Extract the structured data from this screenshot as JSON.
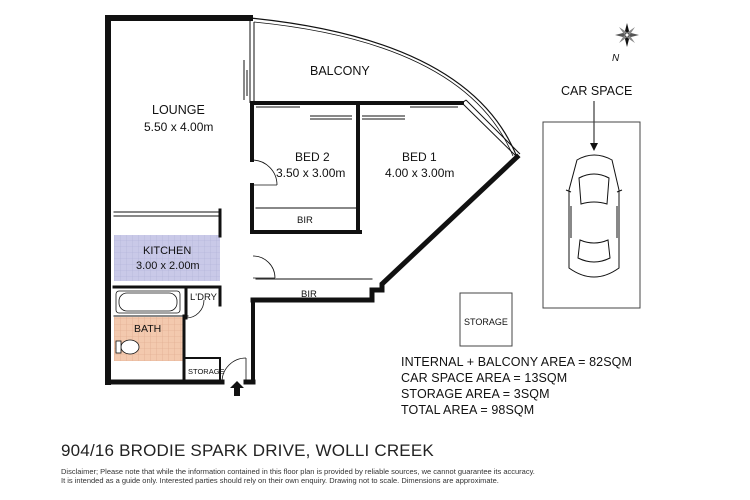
{
  "rooms": {
    "balcony": "BALCONY",
    "lounge_name": "LOUNGE",
    "lounge_size": "5.50 x 4.00m",
    "bed2_name": "BED 2",
    "bed2_size": "3.50 x 3.00m",
    "bed1_name": "BED 1",
    "bed1_size": "4.00 x 3.00m",
    "bir_bed2": "BIR",
    "bir_bed1": "BIR",
    "kitchen_name": "KITCHEN",
    "kitchen_size": "3.00 x 2.00m",
    "laundry": "L'DRY",
    "bath": "BATH",
    "storage_small": "STORAGE"
  },
  "car_space": {
    "label": "CAR SPACE"
  },
  "storage": {
    "label": "STORAGE"
  },
  "compass": {
    "letter": "N"
  },
  "areas": {
    "internal_balcony": "INTERNAL + BALCONY AREA = 82SQM",
    "car_space": "CAR SPACE AREA = 13SQM",
    "storage": "STORAGE AREA = 3SQM",
    "total": "TOTAL AREA = 98SQM"
  },
  "address": "904/16 BRODIE SPARK DRIVE, WOLLI CREEK",
  "disclaimer": {
    "line1": "Disclaimer; Please note that while the information contained in this floor plan is provided by reliable sources, we cannot guarantee its accuracy.",
    "line2": "It is intended as a guide only. Interested parties should rely on their own enquiry. Drawing not to scale.  Dimensions are approximate."
  },
  "colors": {
    "wall": "#111111",
    "kitchen_fill": "#c9c9e8",
    "bath_fill": "#f3c9ae"
  }
}
